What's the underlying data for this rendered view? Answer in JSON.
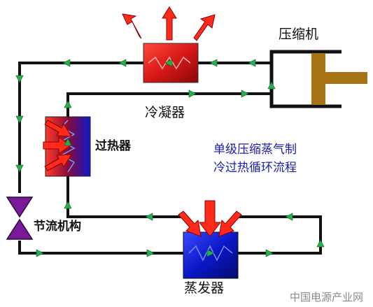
{
  "labels": {
    "compressor": "压缩机",
    "condenser": "冷凝器",
    "superheater": "过热器",
    "throttle": "节流机构",
    "evaporator": "蒸发器",
    "title_line1": "单级压缩蒸气制",
    "title_line2": "冷过热循环流程",
    "watermark": "中国电源产业网"
  },
  "colors": {
    "pipe": "#111111",
    "flow_arrow": "#22b14c",
    "heat_arrow": "#ff2a1a",
    "condenser": "#d81818",
    "evaporator": "#0a18c8",
    "superheater_hot": "#cc1111",
    "superheater_cold": "#0a18c8",
    "piston": "#a67314",
    "valve": "#7a1a9a",
    "title_text": "#1c1ca6",
    "watermark_text": "#8a8a8a"
  }
}
